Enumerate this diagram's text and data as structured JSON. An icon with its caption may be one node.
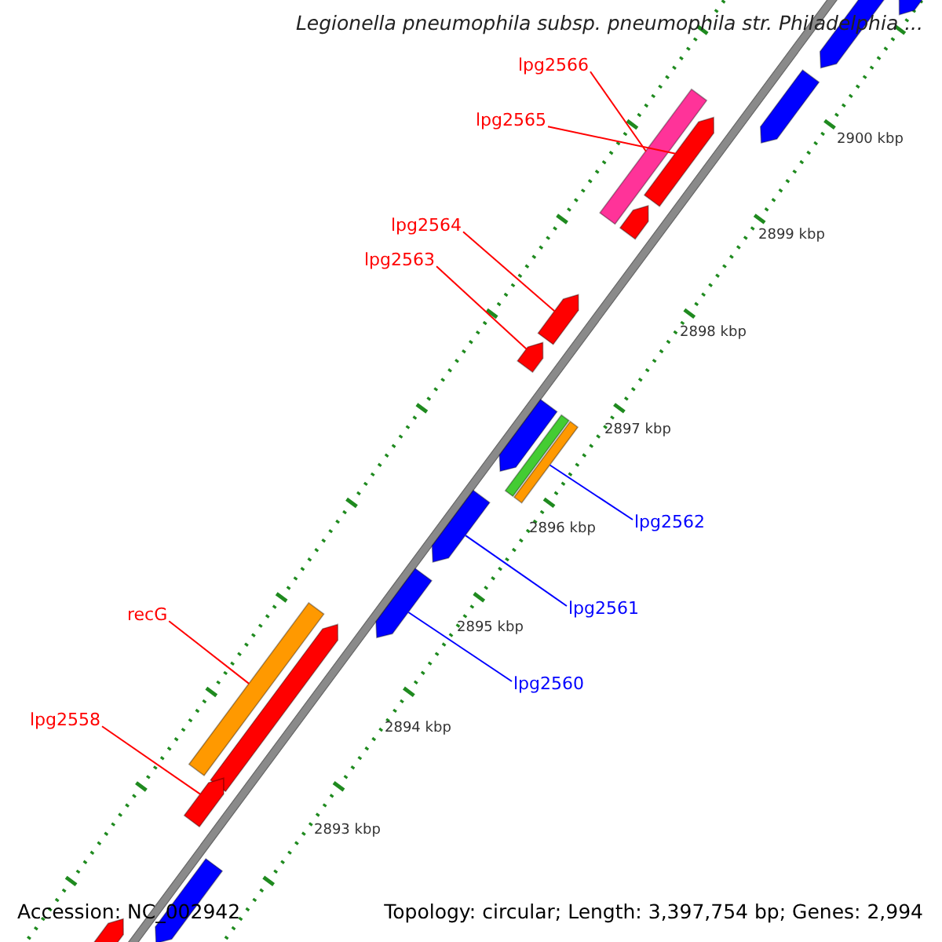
{
  "diagram": {
    "title": "Legionella pneumophila subsp. pneumophila str. Philadelphia ...",
    "nodes": [
      {
        "text": [
          "lpg2566"
        ]
      },
      {
        "text": [
          "lpg2565"
        ]
      },
      {
        "text": [
          "lpg2564"
        ]
      },
      {
        "text": [
          "lpg2563"
        ]
      },
      {
        "text": [
          "lpg2562"
        ]
      },
      {
        "text": [
          "lpg2561"
        ]
      },
      {
        "text": [
          "lpg2560"
        ]
      },
      {
        "text": [
          "recG"
        ]
      },
      {
        "text": [
          "lpg2558"
        ]
      },
      {
        "text": [],
        "shape": "arrow"
      },
      {
        "text": [],
        "shape": "arrow"
      },
      {
        "text": [],
        "shape": "arrow"
      },
      {
        "text": [],
        "shape": "bar"
      },
      {
        "text": [],
        "shape": "arrow"
      },
      {
        "text": [],
        "shape": "arrow"
      },
      {
        "text": [],
        "shape": "arrow"
      },
      {
        "text": [],
        "shape": "arrow"
      },
      {
        "text": [],
        "shape": "arrow"
      },
      {
        "text": [],
        "shape": "bar"
      },
      {
        "text": [],
        "shape": "bar"
      },
      {
        "text": [],
        "shape": "arrow"
      },
      {
        "text": [],
        "shape": "arrow"
      },
      {
        "text": [],
        "shape": "bar"
      },
      {
        "text": [],
        "shape": "arrow"
      },
      {
        "text": [],
        "shape": "arrow"
      },
      {
        "text": [],
        "shape": "arrow"
      },
      {
        "text": [],
        "shape": "arrow"
      }
    ],
    "edges": [
      {
        "from": 0,
        "to": 12,
        "arrow": "none"
      },
      {
        "from": 1,
        "to": 13,
        "arrow": "none"
      },
      {
        "from": 2,
        "to": 15,
        "arrow": "none"
      },
      {
        "from": 3,
        "to": 16,
        "arrow": "none"
      },
      {
        "from": 4,
        "to": 19,
        "arrow": "none",
        "color": "#0000ff"
      },
      {
        "from": 5,
        "to": 20,
        "arrow": "none",
        "color": "#0000ff"
      },
      {
        "from": 6,
        "to": 21,
        "arrow": "none",
        "color": "#0000ff"
      },
      {
        "from": 7,
        "to": 22,
        "arrow": "none"
      },
      {
        "from": 8,
        "to": 24,
        "arrow": "none"
      }
    ],
    "labels": [
      "2900 kbp",
      "2899 kbp",
      "2898 kbp",
      "2897 kbp",
      "2896 kbp",
      "2895 kbp",
      "2894 kbp",
      "2893 kbp",
      "Accession: NC_002942",
      "Topology: circular; Length: 3,397,754 bp; Genes: 2,994"
    ]
  }
}
